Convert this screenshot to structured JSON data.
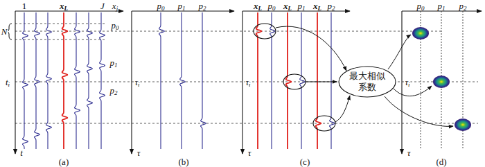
{
  "diagram": {
    "nodes": [
      {
        "text": [
          "最大相似系数"
        ]
      }
    ],
    "labels": [
      "1",
      "xL",
      "J",
      "xj",
      "N",
      "p0",
      "p1",
      "p2",
      "ti",
      "t",
      "(a)",
      "p0",
      "p1",
      "p2",
      "τi",
      "τ",
      "(b)",
      "xL",
      "p0",
      "xL",
      "p1",
      "xL",
      "p2",
      "τi",
      "τ",
      "(c)",
      "p0",
      "p1",
      "p2",
      "τi",
      "τ",
      "(d)"
    ]
  }
}
